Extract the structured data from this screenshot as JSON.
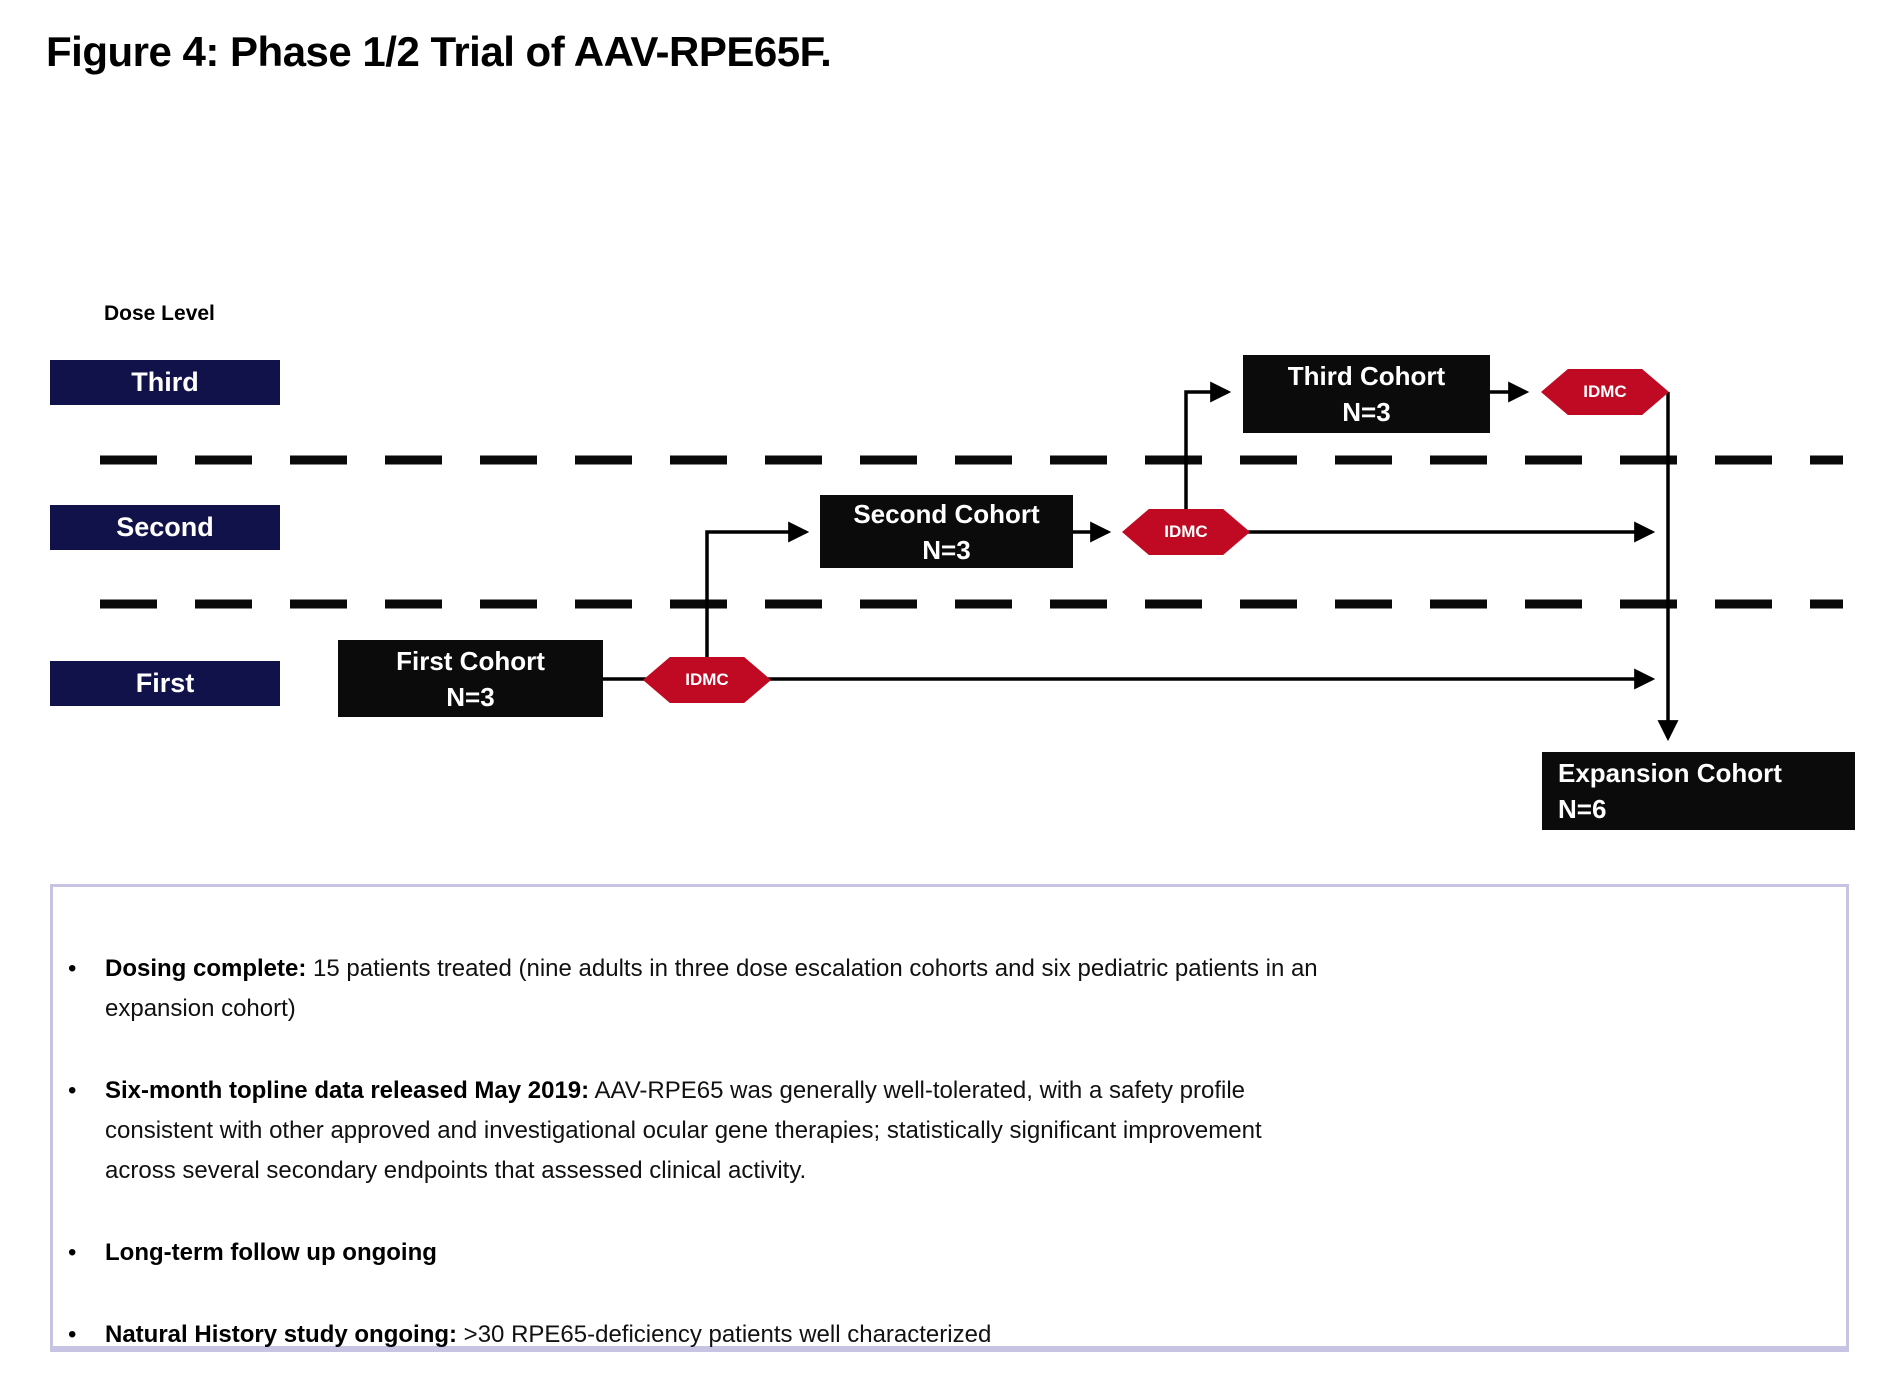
{
  "figure": {
    "title": "Figure 4: Phase 1/2 Trial of AAV-RPE65F."
  },
  "diagram": {
    "dose_level_label": "Dose Level",
    "levels": [
      {
        "label": "Third"
      },
      {
        "label": "Second"
      },
      {
        "label": "First"
      }
    ],
    "cohorts": [
      {
        "name": "First Cohort",
        "n": "N=3"
      },
      {
        "name": "Second Cohort",
        "n": "N=3"
      },
      {
        "name": "Third Cohort",
        "n": "N=3"
      },
      {
        "name": "Expansion Cohort",
        "n": "N=6"
      }
    ],
    "idmc_label": "IDMC",
    "colors": {
      "navy": "#12124b",
      "red": "#c00a23",
      "box_black": "#0b0b0b",
      "line_black": "#000000",
      "summary_border": "#c6c3e3"
    }
  },
  "bullet_char": "•",
  "bullets": [
    {
      "bold": "Dosing complete:",
      "lines": [
        " 15 patients treated (nine adults in three dose escalation cohorts and six pediatric patients in an",
        "expansion cohort)"
      ]
    },
    {
      "bold": "Six-month topline data released May 2019:",
      "lines": [
        " AAV-RPE65 was generally well-tolerated, with a safety profile",
        "consistent with other approved and investigational ocular gene therapies; statistically significant improvement",
        "across several secondary endpoints that assessed clinical activity."
      ]
    },
    {
      "bold": "Long-term follow up ongoing",
      "lines": []
    },
    {
      "bold": "Natural History study ongoing:",
      "lines": [
        " >30 RPE65-deficiency patients well characterized"
      ]
    }
  ]
}
